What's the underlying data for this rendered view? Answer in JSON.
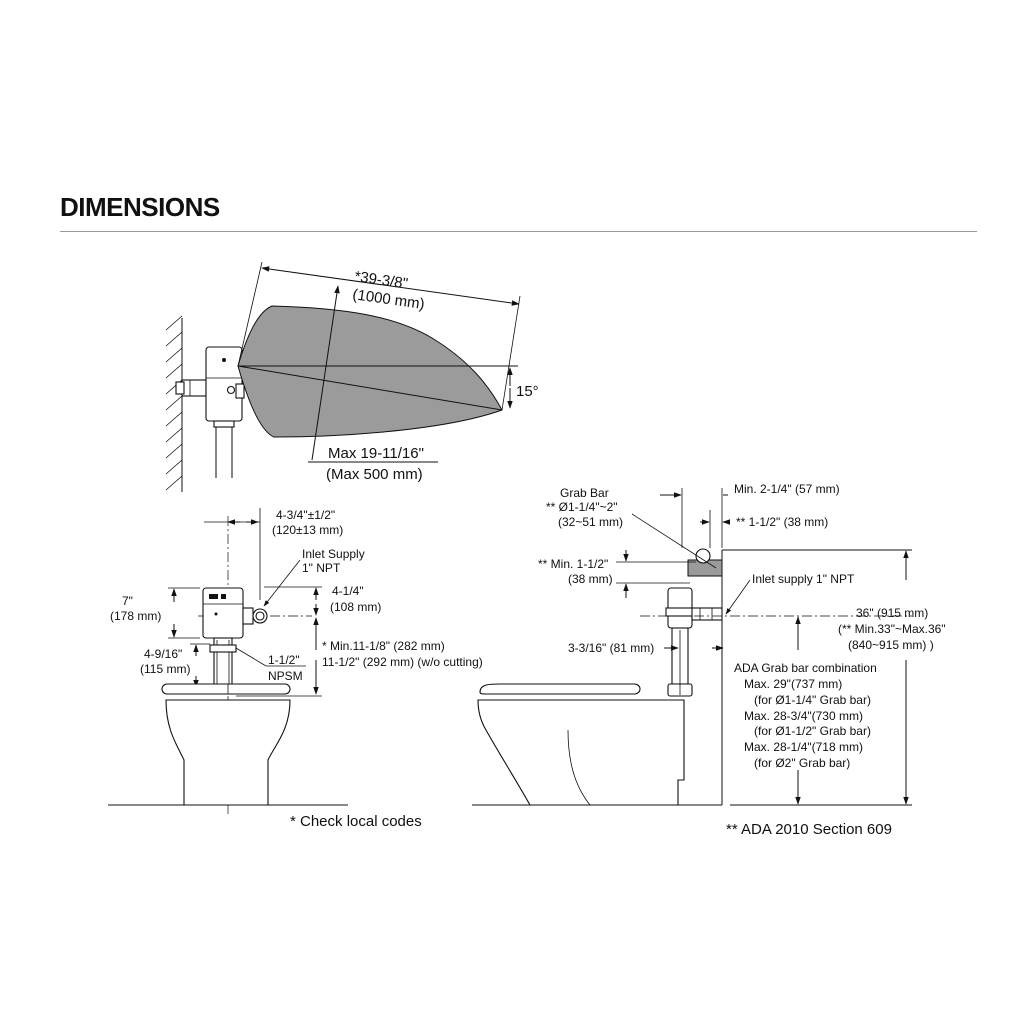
{
  "title": "DIMENSIONS",
  "sensor_view": {
    "range_label_1": "*39-3/8\"",
    "range_label_2": "(1000 mm)",
    "angle_label": "15°",
    "max_label_1": "Max 19-11/16\"",
    "max_label_2": "(Max 500 mm)"
  },
  "front_view": {
    "top_width_1": "4-3/4\"±1/2\"",
    "top_width_2": "(120±13 mm)",
    "inlet_1": "Inlet Supply",
    "inlet_2": "1\" NPT",
    "height_1": "7\"",
    "height_2": "(178 mm)",
    "inlet_offset_1": "4-1/4\"",
    "inlet_offset_2": "(108 mm)",
    "min_height_1": "* Min.11-1/8\" (282 mm)",
    "min_height_2": "11-1/2\" (292 mm) (w/o cutting)",
    "spud_1": "4-9/16\"",
    "spud_2": "(115 mm)",
    "npsm_1": "1-1/2\"",
    "npsm_2": "NPSM",
    "footnote": "* Check local codes"
  },
  "side_view": {
    "grab_bar_1": "Grab Bar",
    "grab_bar_2": "** Ø1-1/4\"~2\"",
    "grab_bar_3": "(32~51 mm)",
    "min_wall": "Min. 2-1/4\" (57 mm)",
    "gap": "** 1-1/2\" (38 mm)",
    "min_clear_1": "** Min. 1-1/2\"",
    "min_clear_2": "(38 mm)",
    "inlet": "Inlet supply 1\" NPT",
    "height_1": "36\" (915 mm)",
    "height_2": "(** Min.33\"~Max.36\"",
    "height_3": "(840~915 mm) )",
    "spud": "3-3/16\" (81 mm)",
    "ada_lines": [
      "ADA Grab bar combination",
      "Max. 29\"(737 mm)",
      "(for Ø1-1/4\" Grab bar)",
      "Max. 28-3/4\"(730 mm)",
      "(for Ø1-1/2\" Grab bar)",
      "Max. 28-1/4\"(718 mm)",
      "(for Ø2\" Grab bar)"
    ],
    "footnote": "** ADA 2010 Section 609"
  }
}
